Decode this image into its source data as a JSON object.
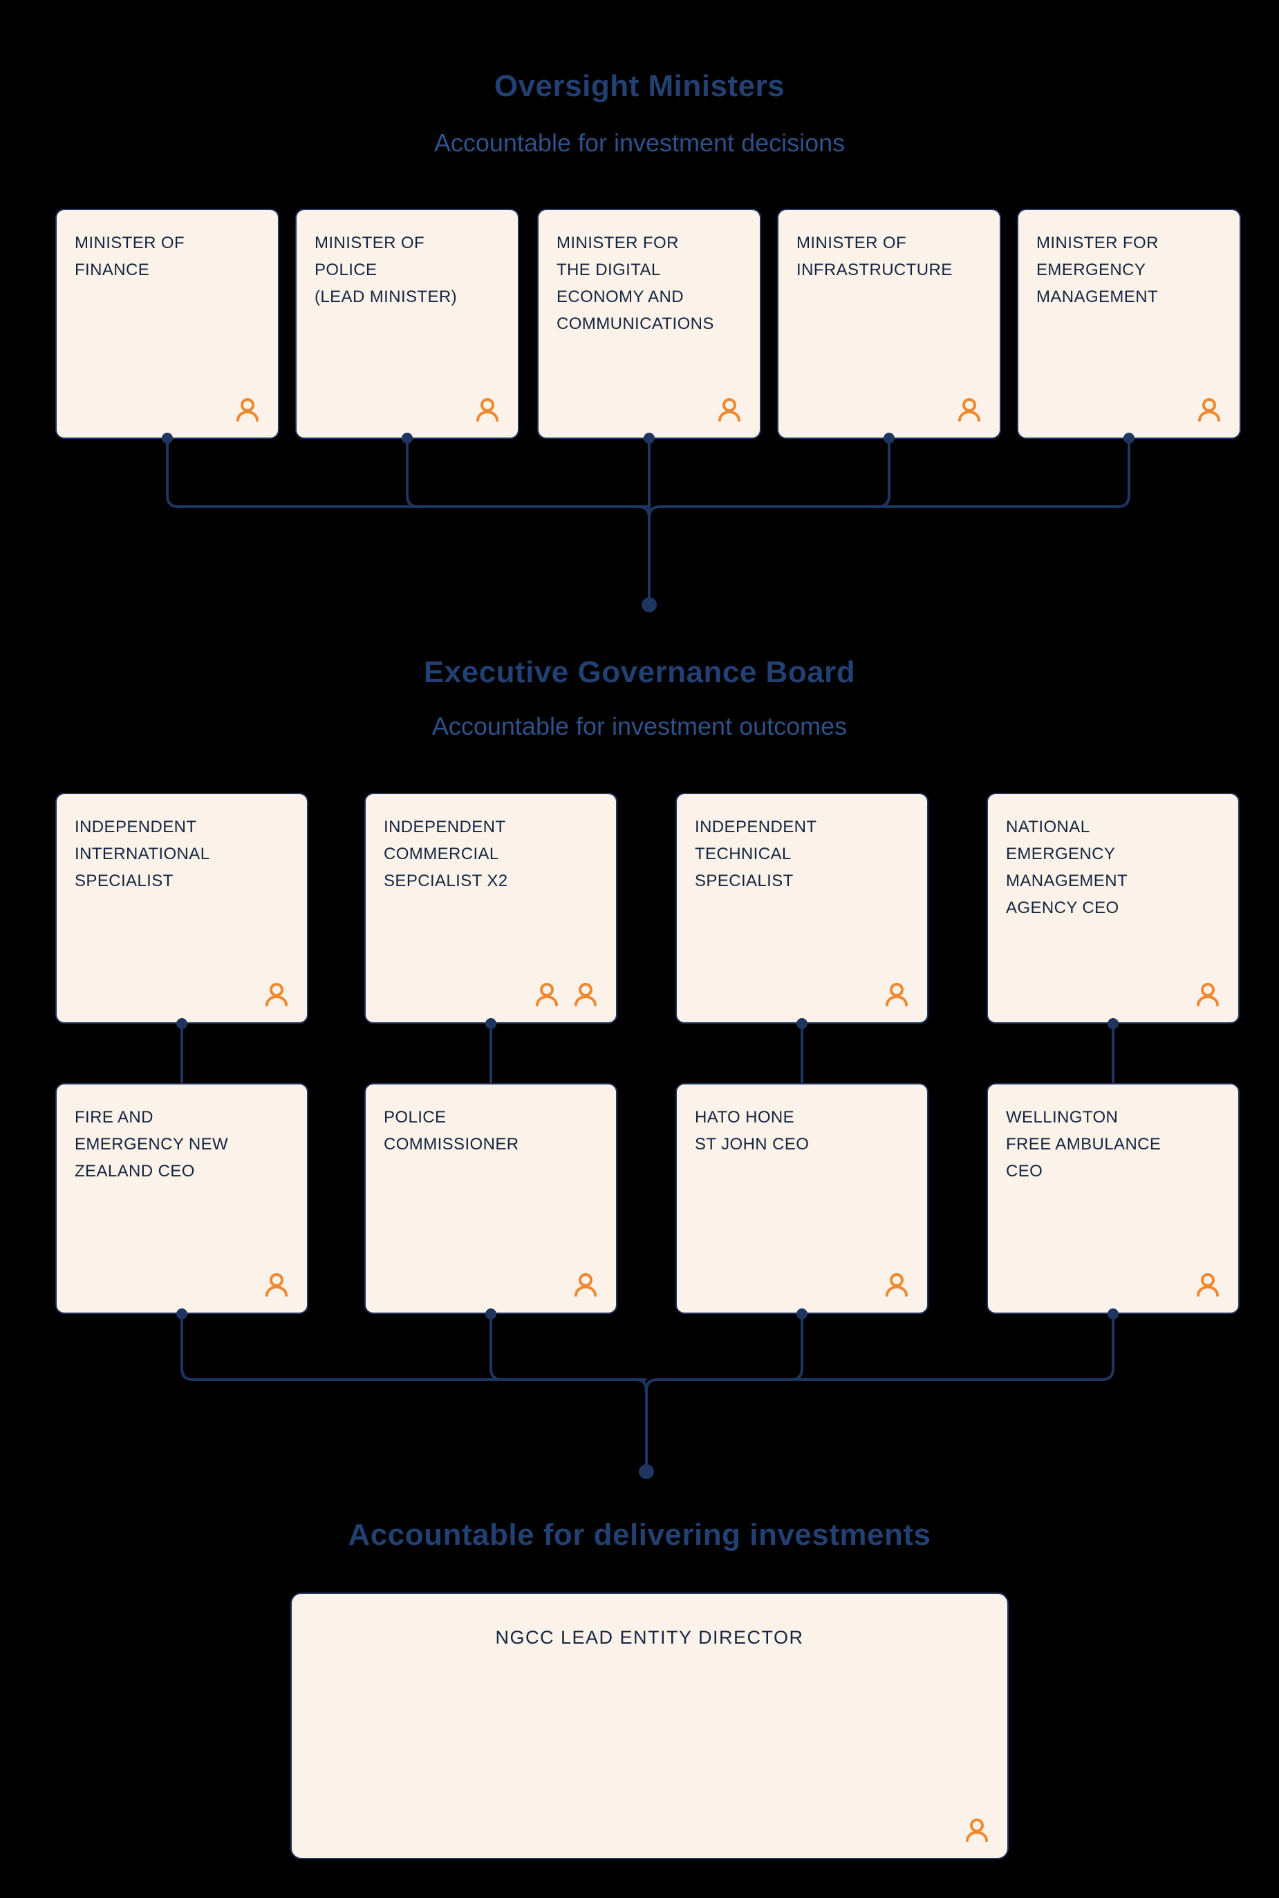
{
  "colors": {
    "background": "#000000",
    "card_fill": "#FBF3EA",
    "card_border": "#22355C",
    "card_text": "#14243F",
    "heading": "#234073",
    "subheading": "#2E5188",
    "connector": "#1E3560",
    "person_icon": "#F0882F"
  },
  "sections": {
    "oversight": {
      "title": "Oversight Ministers",
      "subtitle": "Accountable for investment decisions",
      "cards": [
        {
          "label": "MINISTER OF\nFINANCE",
          "persons": 1
        },
        {
          "label": "MINISTER OF\nPOLICE\n(LEAD MINISTER)",
          "persons": 1
        },
        {
          "label": "MINISTER FOR\nTHE DIGITAL\nECONOMY AND\nCOMMUNICATIONS",
          "persons": 1
        },
        {
          "label": "MINISTER OF\nINFRASTRUCTURE",
          "persons": 1
        },
        {
          "label": "MINISTER FOR\nEMERGENCY\nMANAGEMENT",
          "persons": 1
        }
      ]
    },
    "board": {
      "title": "Executive Governance Board",
      "subtitle": "Accountable for investment outcomes",
      "row1": [
        {
          "label": "INDEPENDENT\nINTERNATIONAL\nSPECIALIST",
          "persons": 1
        },
        {
          "label": "INDEPENDENT\nCOMMERCIAL\nSEPCIALIST X2",
          "persons": 2
        },
        {
          "label": "INDEPENDENT\nTECHNICAL\nSPECIALIST",
          "persons": 1
        },
        {
          "label": "NATIONAL\nEMERGENCY\nMANAGEMENT\nAGENCY CEO",
          "persons": 1
        }
      ],
      "row2": [
        {
          "label": "FIRE AND\nEMERGENCY NEW\nZEALAND CEO",
          "persons": 1
        },
        {
          "label": "POLICE\nCOMMISSIONER",
          "persons": 1
        },
        {
          "label": "HATO HONE\nST JOHN CEO",
          "persons": 1
        },
        {
          "label": "WELLINGTON\nFREE AMBULANCE\nCEO",
          "persons": 1
        }
      ]
    },
    "delivery": {
      "title": "Accountable for delivering investments",
      "card": {
        "label": "NGCC LEAD ENTITY DIRECTOR",
        "persons": 1
      }
    }
  }
}
